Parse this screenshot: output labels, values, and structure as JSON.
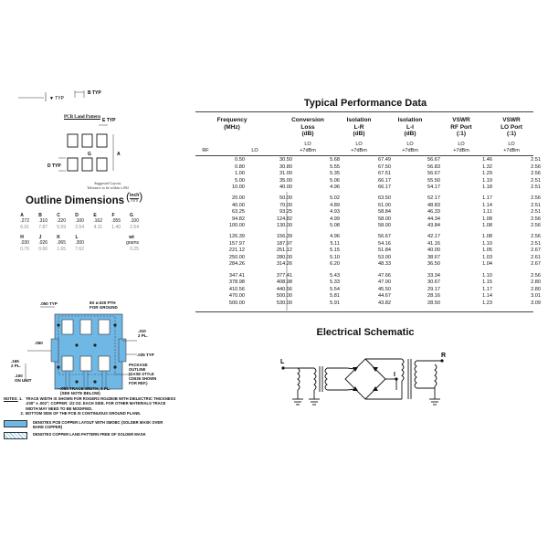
{
  "pcb": {
    "top_label": "B TYP",
    "title": "PCB Land Pattern",
    "labels": {
      "e_typ": "E TYP",
      "g": "G",
      "d_typ": "D TYP",
      "a": "A"
    },
    "suggested_layout_note": "Suggested Layout,\nTolerance to be within ±.002"
  },
  "outline": {
    "title": "Outline Dimensions",
    "unit_top": "inch",
    "unit_bottom": "mm",
    "row1": {
      "headers": [
        "A",
        "B",
        "C",
        "D",
        "E",
        "F",
        "G"
      ],
      "inch": [
        ".272",
        ".310",
        ".220",
        ".100",
        ".162",
        ".055",
        ".100"
      ],
      "mm": [
        "6.91",
        "7.87",
        "5.59",
        "2.54",
        "4.11",
        "1.40",
        "2.54"
      ]
    },
    "row2": {
      "headers": [
        "H",
        "J",
        "K",
        "L",
        "",
        "",
        "wt"
      ],
      "inch": [
        ".030",
        ".026",
        ".065",
        ".300",
        "",
        "",
        "grams"
      ],
      "mm": [
        "0.76",
        "0.66",
        "1.65",
        "7.62",
        "",
        "",
        "0.25"
      ]
    }
  },
  "layout_diagram": {
    "callouts": {
      "typ_050": ".050 TYP",
      "pth": "8X ø.020 PTH\nFOR GROUND",
      "dim_310": ".310\n2 PL.",
      "dim_050": ".050",
      "dim_035": ".035 TYP",
      "dim_165": ".165\n2 PL.",
      "package_outline": "PACKAGE\nOUTLINE\n(CASE STYLE\nCD636 SHOWN\nFOR REF.)",
      "dim_064": ".064 TRACE WIDTH, 3 PL.\n(SEE NOTE BELOW)",
      "dim_100_on_unit": ".100\nON UNIT"
    }
  },
  "notes": {
    "heading": "NOTES:",
    "items": [
      {
        "num": "1.",
        "text": "TRACE WIDTH IS SHOWN FOR ROGERS RO4350B WITH DIELECTRIC THICKNESS .030\" ± .002\"; COPPER: 1/2 OZ. EACH SIDE. FOR OTHER MATERIALS TRACE WIDTH MAY NEED TO BE MODIFIED."
      },
      {
        "num": "2.",
        "text": "BOTTOM SIDE OF THE PCB IS CONTINUOUS GROUND PLANE."
      }
    ],
    "legend": [
      {
        "color": "#6fb8e6",
        "text": "DENOTES PCB COPPER LAYOUT WITH SMOBC (SOLDER MASK OVER BARE COPPER)"
      },
      {
        "color": "#ffffff",
        "text": "DENOTES COPPER LAND PATTERN FREE OF SOLDER MASK"
      }
    ]
  },
  "performance": {
    "title": "Typical Performance Data",
    "columns": [
      {
        "head": "Frequency\n(MHz)",
        "sub": ""
      },
      {
        "head": "Conversion\nLoss\n(dB)",
        "sub": "LO\n+7dBm"
      },
      {
        "head": "Isolation\nL-R\n(dB)",
        "sub": "LO\n+7dBm"
      },
      {
        "head": "Isolation\nL-I\n(dB)",
        "sub": "LO\n+7dBm"
      },
      {
        "head": "VSWR\nRF Port\n(:1)",
        "sub": "LO\n+7dBm"
      },
      {
        "head": "VSWR\nLO Port\n(:1)",
        "sub": "LO\n+7dBm"
      }
    ],
    "freq_sub": [
      "RF",
      "LO"
    ],
    "groups": [
      [
        [
          "0.50",
          "30.50",
          "5.68",
          "67.49",
          "56.67",
          "1.46",
          "2.51"
        ],
        [
          "0.80",
          "30.80",
          "5.55",
          "67.50",
          "56.83",
          "1.32",
          "2.56"
        ],
        [
          "1.00",
          "31.00",
          "5.35",
          "67.51",
          "56.67",
          "1.29",
          "2.56"
        ],
        [
          "5.00",
          "35.00",
          "5.06",
          "66.17",
          "55.50",
          "1.19",
          "2.51"
        ],
        [
          "10.00",
          "40.00",
          "4.96",
          "66.17",
          "54.17",
          "1.18",
          "2.51"
        ]
      ],
      [
        [
          "20.00",
          "50.00",
          "5.02",
          "63.50",
          "52.17",
          "1.17",
          "2.56"
        ],
        [
          "40.00",
          "70.00",
          "4.89",
          "61.00",
          "48.83",
          "1.14",
          "2.51"
        ],
        [
          "63.25",
          "93.25",
          "4.93",
          "58.84",
          "46.33",
          "1.11",
          "2.51"
        ],
        [
          "94.82",
          "124.82",
          "4.99",
          "58.00",
          "44.34",
          "1.08",
          "2.56"
        ],
        [
          "100.00",
          "130.00",
          "5.08",
          "58.00",
          "43.84",
          "1.08",
          "2.56"
        ]
      ],
      [
        [
          "126.39",
          "156.39",
          "4.96",
          "56.67",
          "42.17",
          "1.08",
          "2.56"
        ],
        [
          "157.97",
          "187.97",
          "5.11",
          "54.16",
          "41.16",
          "1.10",
          "2.51"
        ],
        [
          "221.12",
          "251.12",
          "5.15",
          "51.84",
          "40.00",
          "1.05",
          "2.67"
        ],
        [
          "250.00",
          "280.00",
          "5.10",
          "53.00",
          "38.67",
          "1.03",
          "2.61"
        ],
        [
          "284.26",
          "314.26",
          "6.20",
          "48.33",
          "36.50",
          "1.04",
          "2.67"
        ]
      ],
      [
        [
          "347.41",
          "377.41",
          "5.43",
          "47.66",
          "33.34",
          "1.10",
          "2.56"
        ],
        [
          "378.98",
          "408.98",
          "5.33",
          "47.00",
          "30.67",
          "1.15",
          "2.80"
        ],
        [
          "410.56",
          "440.56",
          "5.54",
          "45.50",
          "29.17",
          "1.17",
          "2.80"
        ],
        [
          "470.00",
          "500.00",
          "5.81",
          "44.67",
          "28.16",
          "1.14",
          "3.01"
        ],
        [
          "500.00",
          "530.00",
          "5.91",
          "43.82",
          "28.50",
          "1.23",
          "3.09"
        ]
      ]
    ]
  },
  "schematic": {
    "title": "Electrical Schematic",
    "ports": {
      "l": "L",
      "i": "I",
      "r": "R"
    }
  }
}
